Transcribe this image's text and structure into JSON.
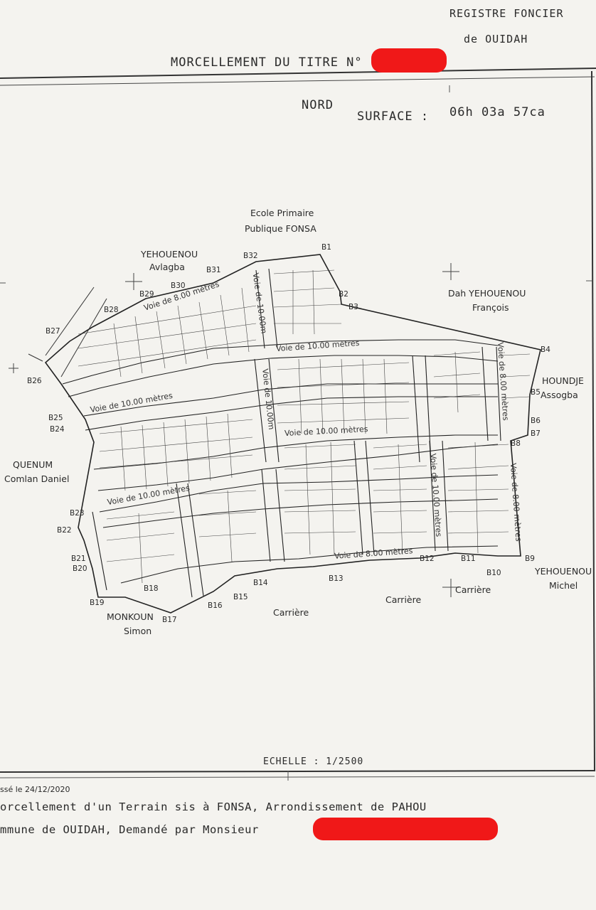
{
  "header": {
    "registry_line1": "REGISTRE FONCIER",
    "registry_line2": "de OUIDAH",
    "title": "MORCELLEMENT DU TITRE N°"
  },
  "map": {
    "north": "NORD",
    "surface_label": "SURFACE :",
    "surface_value": "06h   03a   57ca",
    "scale": "ECHELLE : 1/2500",
    "neighbors": {
      "school_line1": "Ecole Primaire",
      "school_line2": "Publique FONSA",
      "yehouenou_avlagba_1": "YEHOUENOU",
      "yehouenou_avlagba_2": "Avlagba",
      "dah_1": "Dah YEHOUENOU",
      "dah_2": "François",
      "houndje_1": "HOUNDJE",
      "houndje_2": "Assogba",
      "quenum_1": "QUENUM",
      "quenum_2": "Comlan Daniel",
      "monkoun_1": "MONKOUN",
      "monkoun_2": "Simon",
      "yehouenou_michel_1": "YEHOUENOU",
      "yehouenou_michel_2": "Michel",
      "carriere_1": "Carrière",
      "carriere_2": "Carrière",
      "carriere_3": "Carrière"
    },
    "roads": {
      "r1": "Voie de 8.00 mètres",
      "r2": "Voie de 10.00m",
      "r3": "Voie de 10.00 mètres",
      "r4": "Voie de 10.00 mètres",
      "r5": "Voie de 10.00m",
      "r6": "Voie de 10.00 mètres",
      "r7": "Voie de 10.00 mètres",
      "r8": "Voie de 8.00 mètres",
      "r9": "Voie de 10.00 mètres",
      "r10": "Voie de 8.00 mètres",
      "r11": "Voie de 8.00 mètres"
    },
    "boundary_points": [
      {
        "id": "B1"
      },
      {
        "id": "B2"
      },
      {
        "id": "B3"
      },
      {
        "id": "B4"
      },
      {
        "id": "B5"
      },
      {
        "id": "B6"
      },
      {
        "id": "B7"
      },
      {
        "id": "B8"
      },
      {
        "id": "B9"
      },
      {
        "id": "B10"
      },
      {
        "id": "B11"
      },
      {
        "id": "B12"
      },
      {
        "id": "B13"
      },
      {
        "id": "B14"
      },
      {
        "id": "B15"
      },
      {
        "id": "B16"
      },
      {
        "id": "B17"
      },
      {
        "id": "B18"
      },
      {
        "id": "B19"
      },
      {
        "id": "B20"
      },
      {
        "id": "B21"
      },
      {
        "id": "B22"
      },
      {
        "id": "B23"
      },
      {
        "id": "B24"
      },
      {
        "id": "B25"
      },
      {
        "id": "B26"
      },
      {
        "id": "B27"
      },
      {
        "id": "B28"
      },
      {
        "id": "B29"
      },
      {
        "id": "B30"
      },
      {
        "id": "B31"
      },
      {
        "id": "B32"
      }
    ]
  },
  "footer": {
    "date": "ssé le 24/12/2020",
    "line1": "orcellement d'un Terrain sis à FONSA, Arrondissement de PAHOU",
    "line2": "mmune de OUIDAH, Demandé par Monsieur"
  },
  "colors": {
    "paper": "#f4f3ef",
    "ink": "#2a2a2a",
    "redaction": "#f01818"
  }
}
